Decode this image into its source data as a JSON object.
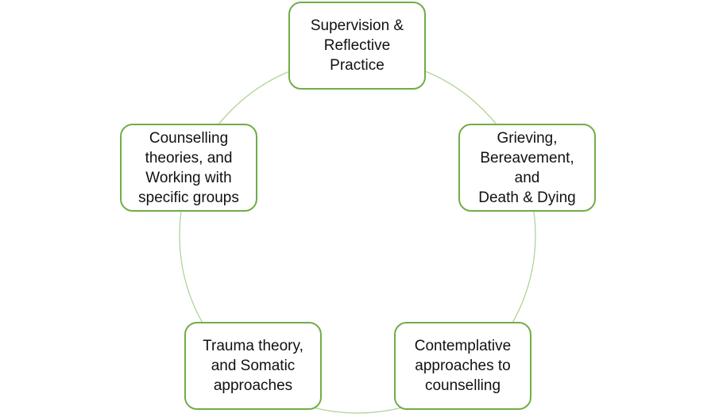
{
  "diagram": {
    "type": "cycle",
    "accent_color": "#70ad47",
    "connector_color": "#a9d18e",
    "nodes": [
      {
        "label": "Supervision &\nReflective\nPractice"
      },
      {
        "label": "Grieving,\nBereavement,\nand\nDeath & Dying"
      },
      {
        "label": "Contemplative\napproaches to\ncounselling"
      },
      {
        "label": "Trauma theory,\nand Somatic\napproaches"
      },
      {
        "label": "Counselling\ntheories, and\nWorking with\nspecific groups"
      }
    ]
  }
}
